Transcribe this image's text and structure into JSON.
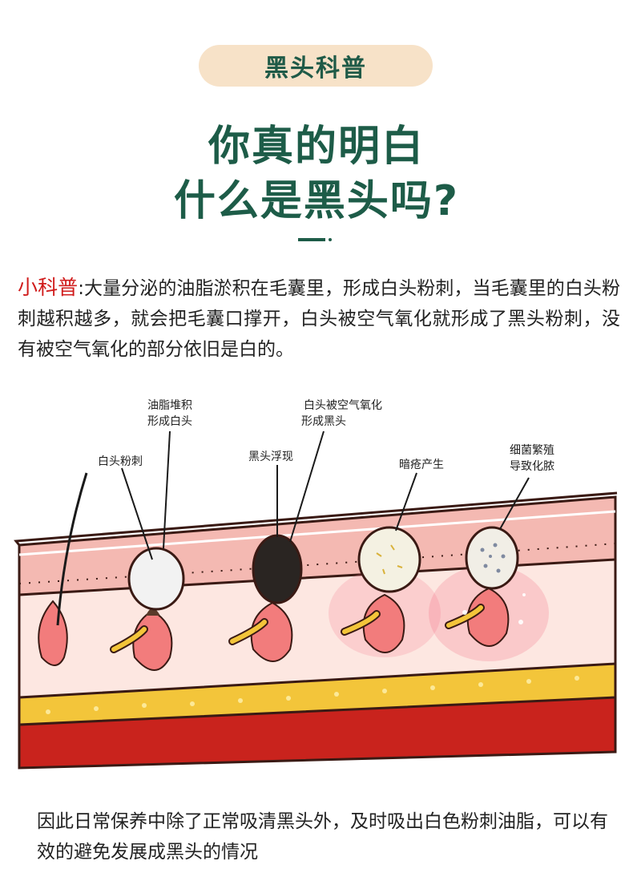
{
  "badge": "黑头科普",
  "headline": {
    "line1": "你真的明白",
    "line2": "什么是黑头吗?"
  },
  "intro": {
    "lead": "小科普",
    "text": ":大量分泌的油脂淤积在毛囊里，形成白头粉刺，当毛囊里的白头粉刺越积越多，就会把毛囊口撑开，白头被空气氧化就形成了黑头粉刺，没有被空气氧化的部分依旧是白的。"
  },
  "diagram": {
    "labels": {
      "whitehead": "白头粉刺",
      "oil_1": "油脂堆积",
      "oil_2": "形成白头",
      "blackhead": "黑头浮现",
      "oxid_1": "白头被空气氧化",
      "oxid_2": "形成黑头",
      "acne": "暗疮产生",
      "bact_1": "细菌繁殖",
      "bact_2": "导致化脓"
    },
    "colors": {
      "skin": "#f4b9b2",
      "fat": "#f3c53a",
      "muscle": "#c9231d",
      "blackhead": "#2a2522"
    }
  },
  "outro": "因此日常保养中除了正常吸清黑头外，及时吸出白色粉刺油脂，可以有效的避免发展成黑头的情况"
}
